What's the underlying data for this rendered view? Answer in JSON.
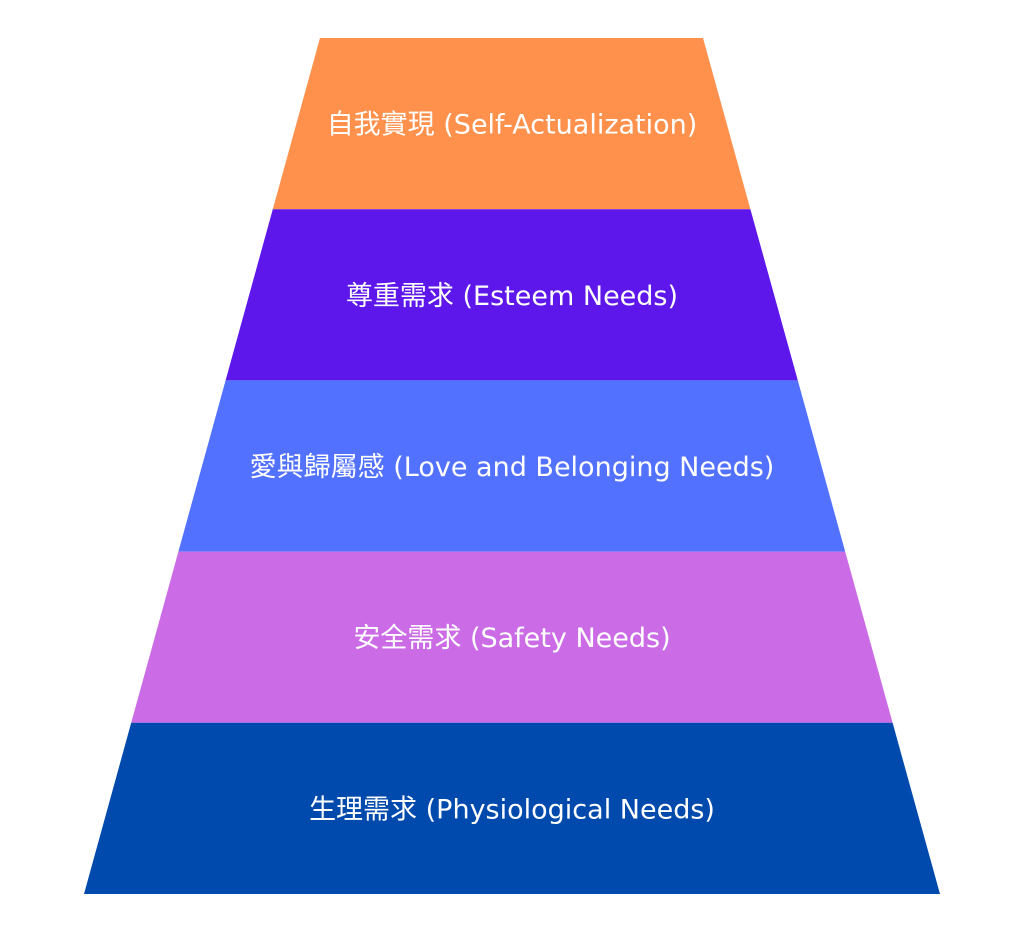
{
  "pyramid": {
    "levels": [
      {
        "label": "自我實現 (Self-Actualization)",
        "color": "#FF914D"
      },
      {
        "label": "尊重需求 (Esteem Needs)",
        "color": "#5E17EB"
      },
      {
        "label": "愛與歸屬感 (Love and Belonging Needs)",
        "color": "#5271FF"
      },
      {
        "label": "安全需求 (Safety Needs)",
        "color": "#CB6CE6"
      },
      {
        "label": "生理需求 (Physiological Needs)",
        "color": "#004AAD"
      }
    ]
  }
}
